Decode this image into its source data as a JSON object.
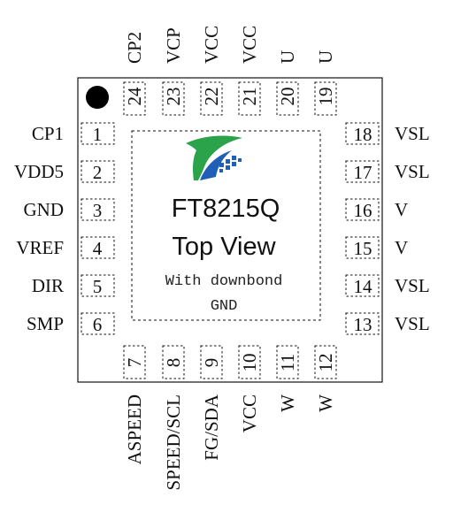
{
  "chip": {
    "part_number": "FT8215Q",
    "view": "Top View",
    "note_line1": "With downbond",
    "note_line2": "GND"
  },
  "colors": {
    "outline": "#111111",
    "logo_green": "#2aa34a",
    "logo_blue": "#1f5fb8",
    "pin1_dot": "#000000"
  },
  "logo": {
    "icon": "fortior-logo-icon"
  },
  "pins": {
    "left": [
      {
        "number": "1",
        "name": "CP1"
      },
      {
        "number": "2",
        "name": "VDD5"
      },
      {
        "number": "3",
        "name": "GND"
      },
      {
        "number": "4",
        "name": "VREF"
      },
      {
        "number": "5",
        "name": "DIR"
      },
      {
        "number": "6",
        "name": "SMP"
      }
    ],
    "bottom": [
      {
        "number": "7",
        "name": "ASPEED"
      },
      {
        "number": "8",
        "name": "SPEED/SCL"
      },
      {
        "number": "9",
        "name": "FG/SDA"
      },
      {
        "number": "10",
        "name": "VCC"
      },
      {
        "number": "11",
        "name": "W"
      },
      {
        "number": "12",
        "name": "W"
      }
    ],
    "right": [
      {
        "number": "13",
        "name": "VSL"
      },
      {
        "number": "14",
        "name": "VSL"
      },
      {
        "number": "15",
        "name": "V"
      },
      {
        "number": "16",
        "name": "V"
      },
      {
        "number": "17",
        "name": "VSL"
      },
      {
        "number": "18",
        "name": "VSL"
      }
    ],
    "top": [
      {
        "number": "19",
        "name": "U"
      },
      {
        "number": "20",
        "name": "U"
      },
      {
        "number": "21",
        "name": "VCC"
      },
      {
        "number": "22",
        "name": "VCC"
      },
      {
        "number": "23",
        "name": "VCP"
      },
      {
        "number": "24",
        "name": "CP2"
      }
    ]
  }
}
